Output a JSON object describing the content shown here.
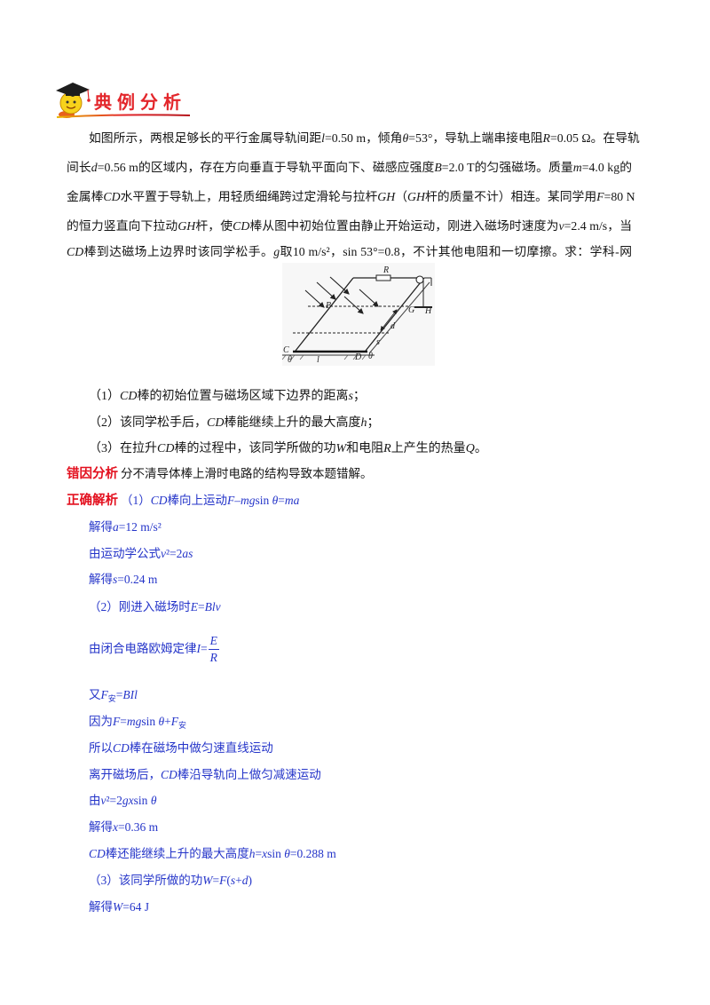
{
  "header": {
    "title": "典例分析"
  },
  "problem": {
    "lines": [
      [
        "如图所示，两根足够长的平行金属导轨间距",
        "l",
        "=0.50 m，倾角",
        "θ",
        "=53°，导轨上端串接电阻",
        "R",
        "=0.05 Ω。在导轨"
      ],
      [
        "间长",
        "d",
        "=0.56 m的区域内，存在方向垂直于导轨平面向下、磁感应强度",
        "B",
        "=2.0 T的匀强磁场。质量",
        "m",
        "=4.0 kg的"
      ],
      [
        "金属棒",
        "CD",
        "水平置于导轨上，用轻质细绳跨过定滑轮与拉杆",
        "GH",
        "（",
        "GH",
        "杆的质量不计）相连。某同学用",
        "F",
        "=80 N"
      ],
      [
        "的恒力竖直向下拉动",
        "GH",
        "杆，使",
        "CD",
        "棒从图中初始位置由静止开始运动，刚进入磁场时速度为",
        "v",
        "=2.4 m/s，当"
      ],
      [
        "CD",
        "棒到达磁场上边界时该同学松手。",
        "g",
        "取10 m/s²，sin 53°=0.8，不计其他电阻和一切摩擦。求：学科-网"
      ]
    ]
  },
  "figure": {
    "R": "R",
    "B": "B",
    "G": "G",
    "H": "H",
    "d": "d",
    "s": "s",
    "C": "C",
    "D": "D",
    "l": "l",
    "theta": "θ"
  },
  "questions": [
    [
      "（1）",
      "CD",
      "棒的初始位置与磁场区域下边界的距离",
      "s",
      "；"
    ],
    [
      "（2）该同学松手后，",
      "CD",
      "棒能继续上升的最大高度",
      "h",
      "；"
    ],
    [
      "（3）在拉升",
      "CD",
      "棒的过程中，该同学所做的功",
      "W",
      "和电阻",
      "R",
      "上产生的热量",
      "Q",
      "。"
    ]
  ],
  "error_analysis": {
    "label": "错因分析",
    "text": "分不清导体棒上滑时电路的结构导致本题错解。"
  },
  "solution": {
    "label": "正确解析",
    "first": [
      "（1）",
      "CD",
      "棒向上运动",
      "F",
      "–",
      "mg",
      "sin ",
      "θ",
      "=",
      "ma"
    ],
    "steps": [
      [
        "解得",
        "a",
        "=12 m/s²"
      ],
      [
        "由运动学公式",
        "v",
        "²=2",
        "as"
      ],
      [
        "解得",
        "s",
        "=0.24 m"
      ],
      [
        "（2）刚进入磁场时",
        "E",
        "=",
        "Blv"
      ],
      [
        "由闭合电路欧姆定律",
        "I",
        "="
      ],
      [
        "又",
        "F",
        "安",
        "=",
        "BIl"
      ],
      [
        "因为",
        "F",
        "=",
        "mg",
        "sin ",
        "θ",
        "+",
        "F",
        "安"
      ],
      [
        "所以",
        "CD",
        "棒在磁场中做匀速直线运动"
      ],
      [
        "离开磁场后，",
        "CD",
        "棒沿导轨向上做匀减速运动"
      ],
      [
        "由",
        "v",
        "²=2",
        "gx",
        "sin ",
        "θ"
      ],
      [
        "解得",
        "x",
        "=0.36 m"
      ],
      [
        "CD",
        "棒还能继续上升的最大高度",
        "h",
        "=",
        "x",
        "sin ",
        "θ",
        "=0.288 m"
      ],
      [
        "（3）该同学所做的功",
        "W",
        "=",
        "F",
        "(",
        "s",
        "+",
        "d",
        ")"
      ],
      [
        "解得",
        "W",
        "=64 J"
      ]
    ],
    "fraction": {
      "num": "E",
      "den": "R"
    }
  }
}
